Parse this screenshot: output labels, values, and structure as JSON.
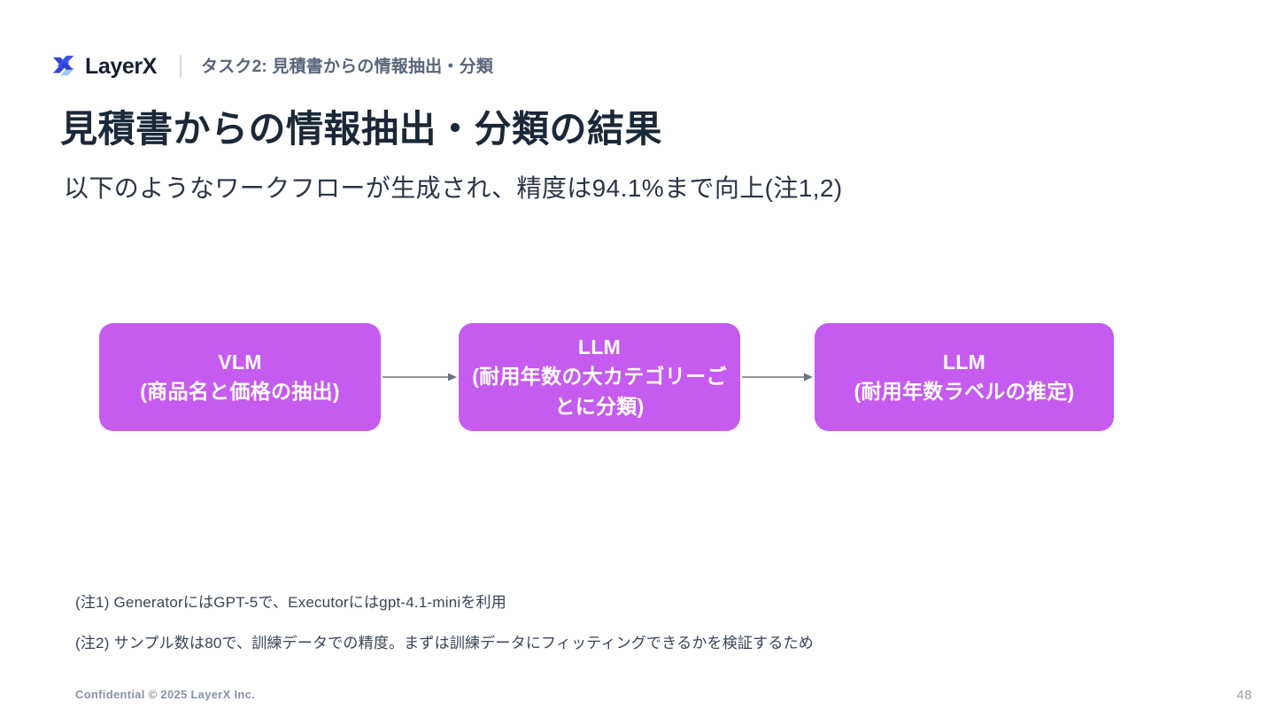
{
  "header": {
    "logo_icon": "layerx-logo-icon",
    "logo_wordmark": "LayerX",
    "divider": "|",
    "task_label": "タスク2: 見積書からの情報抽出・分類",
    "logo_color_primary": "#3146e0",
    "logo_color_accent": "#8fb8f2",
    "wordmark_color": "#16202f",
    "task_label_color": "#59667a"
  },
  "slide": {
    "title": "見積書からの情報抽出・分類の結果",
    "subtitle": "以下のようなワークフローが生成され、精度は94.1%まで向上(注1,2)",
    "title_color": "#1b2838",
    "subtitle_color": "#2a3446",
    "background_color": "#ffffff"
  },
  "diagram": {
    "type": "flow",
    "box_fill_color": "#c65bef",
    "box_text_color": "#ffffff",
    "arrow_color": "#6b7280",
    "boxes": [
      {
        "title": "VLM",
        "sub": "(商品名と価格の抽出)"
      },
      {
        "title": "LLM",
        "sub": "(耐用年数の大カテゴリーごとに分類)"
      },
      {
        "title": "LLM",
        "sub": "(耐用年数ラベルの推定)"
      }
    ],
    "arrows": [
      {
        "name": "arrow-vlm-to-llm1"
      },
      {
        "name": "arrow-llm1-to-llm2"
      }
    ]
  },
  "footnotes": [
    "(注1) GeneratorにはGPT-5で、Executorにはgpt-4.1-miniを利用",
    "(注2) サンプル数は80で、訓練データでの精度。まずは訓練データにフィッティングできるかを検証するため"
  ],
  "footer": {
    "confidential": "Confidential © 2025 LayerX Inc.",
    "page_number": "48"
  }
}
